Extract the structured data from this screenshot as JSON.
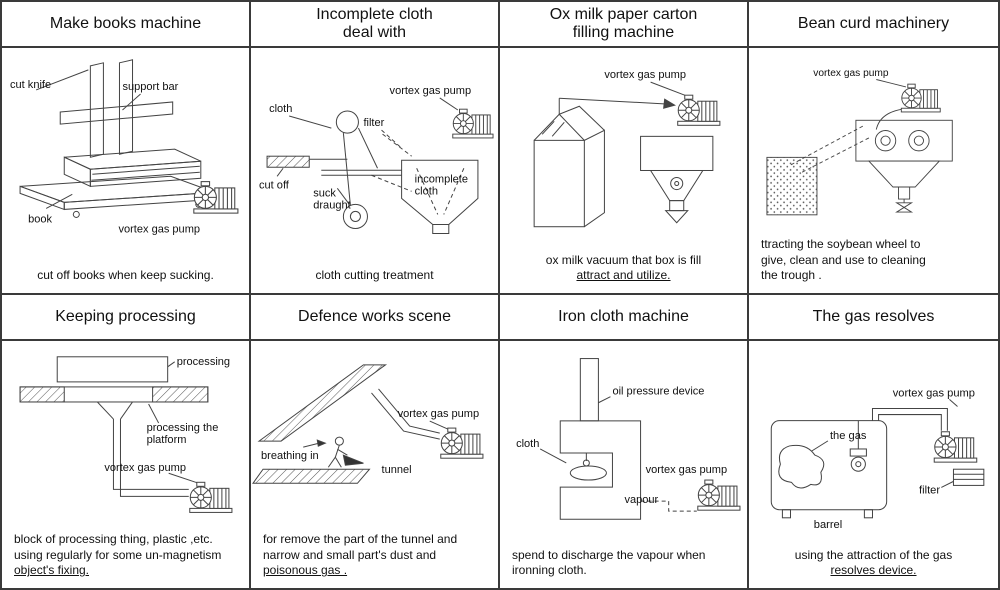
{
  "accent_colors": {
    "line": "#444444",
    "border": "#3a3a3a",
    "background": "#ffffff"
  },
  "panels": [
    {
      "title": "Make books machine",
      "caption": "cut off books when keep sucking.",
      "labels": {
        "cut_knife": "cut knife",
        "support_bar": "support bar",
        "book": "book",
        "pump": "vortex gas pump"
      }
    },
    {
      "title": "Incomplete cloth\ndeal with",
      "caption": "cloth cutting treatment",
      "labels": {
        "cloth": "cloth",
        "pump": "vortex gas pump",
        "filter": "filter",
        "cut_off": "cut off",
        "suck_draught": "suck\ndraught",
        "incomplete_cloth": "incomplete\ncloth"
      }
    },
    {
      "title": "Ox milk paper carton\nfilling machine",
      "caption": "ox milk vacuum that box is fill",
      "caption_underline": "attract and utilize.",
      "labels": {
        "pump": "vortex gas pump"
      }
    },
    {
      "title": "Bean curd machinery",
      "caption": "ttracting the soybean wheel to\ngive, clean and use to cleaning\nthe trough .",
      "labels": {
        "pump": "vortex gas pump"
      }
    },
    {
      "title": "Keeping processing",
      "caption": "block of processing thing, plastic ,etc.\nusing regularly for some un-magnetism",
      "caption_underline": "object's fixing.",
      "labels": {
        "processing": "processing",
        "platform": "processing the\nplatform",
        "pump": "vortex gas pump"
      }
    },
    {
      "title": "Defence works scene",
      "caption": "for remove the part of the tunnel and\nnarrow and small part's dust and",
      "caption_underline": "poisonous gas .",
      "labels": {
        "breathing_in": "breathing in",
        "tunnel": "tunnel",
        "pump": "vortex gas pump"
      }
    },
    {
      "title": "Iron cloth machine",
      "caption": "spend to discharge the vapour when\nironning cloth.",
      "labels": {
        "oil_pressure_device": "oil pressure device",
        "cloth": "cloth",
        "pump": "vortex gas pump",
        "vapour": "vapour"
      }
    },
    {
      "title": "The gas resolves",
      "caption": "using the attraction of the gas",
      "caption_underline": "resolves device.",
      "labels": {
        "pump": "vortex gas pump",
        "the_gas": "the gas",
        "filter": "filter",
        "barrel": "barrel"
      }
    }
  ]
}
